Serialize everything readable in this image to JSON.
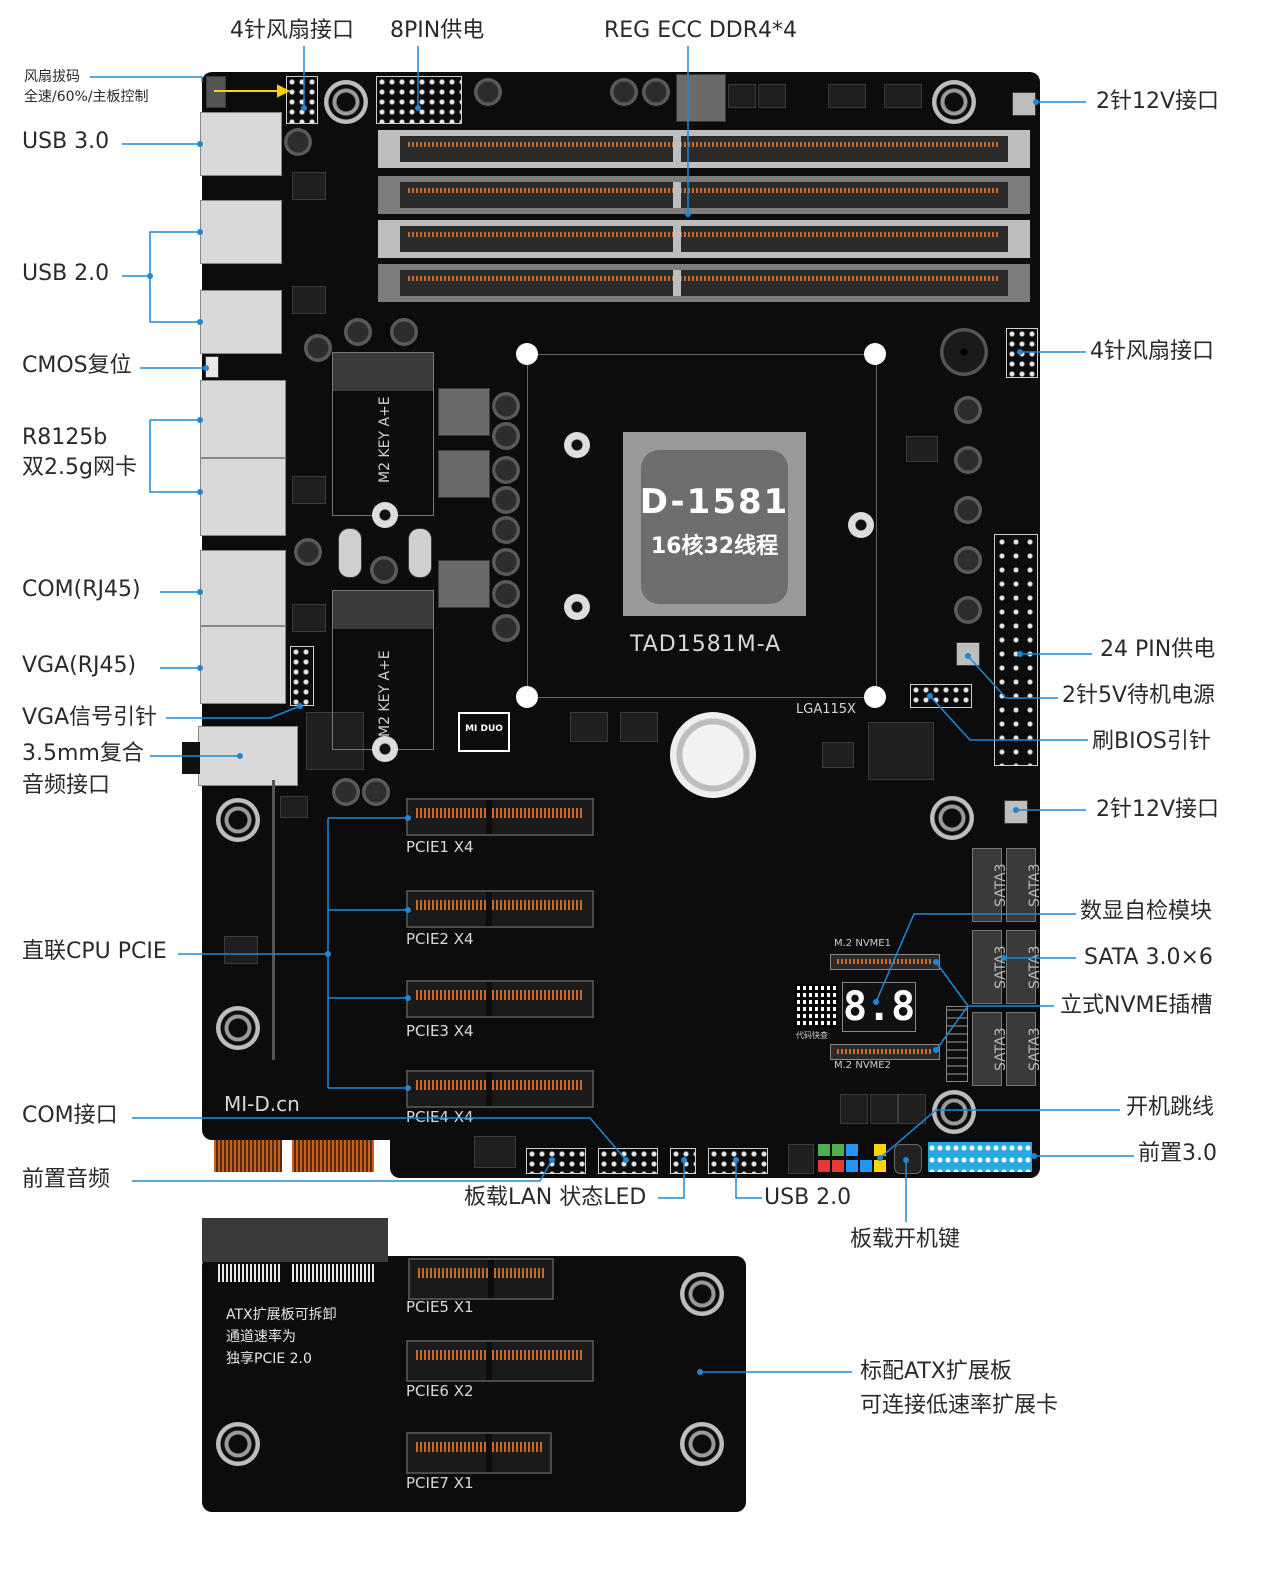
{
  "labels": {
    "fan4_top": "4针风扇接口",
    "pin8": "8PIN供电",
    "ddr": "REG ECC DDR4*4",
    "fan_ctrl_line1": "风扇拔码",
    "fan_ctrl_line2": "全速/60%/主板控制",
    "usb30": "USB 3.0",
    "usb20_left": "USB 2.0",
    "cmos": "CMOS复位",
    "nic_line1": "R8125b",
    "nic_line2": "双2.5g网卡",
    "com_rj45": "COM(RJ45)",
    "vga_rj45": "VGA(RJ45)",
    "vga_pin": "VGA信号引针",
    "audio_line1": "3.5mm复合",
    "audio_line2": "音频接口",
    "cpu_pcie": "直联CPU PCIE",
    "com_port": "COM接口",
    "front_audio": "前置音频",
    "lan_led": "板载LAN 状态LED",
    "usb20_bottom": "USB 2.0",
    "power_btn": "板载开机键",
    "pin2_12v_top": "2针12V接口",
    "fan4_right": "4针风扇接口",
    "pin24": "24 PIN供电",
    "pin2_5v": "2针5V待机电源",
    "bios_pin": "刷BIOS引针",
    "pin2_12v_mid": "2针12V接口",
    "debug_led": "数显自检模块",
    "sata": "SATA 3.0×6",
    "nvme": "立式NVME插槽",
    "power_jumper": "开机跳线",
    "front_usb30": "前置3.0",
    "expansion_line1": "标配ATX扩展板",
    "expansion_line2": "可连接低速率扩展卡"
  },
  "board": {
    "cpu_line1": "D-1581",
    "cpu_line2": "16核32线程",
    "model": "TAD1581M-A",
    "socket": "LGA115X",
    "brand": "MI-D.cn",
    "logo": "MI DUO",
    "m2_slot_a": "M2 KEY A+E",
    "m2_slot_b": "M2 KEY A+E",
    "nvme1": "M.2 NVME1",
    "nvme2": "M.2 NVME2",
    "qr_caption": "代码快查",
    "debug_display": "8.8",
    "sata_label": "SATA3",
    "pcie1": "PCIE1 X4",
    "pcie2": "PCIE2 X4",
    "pcie3": "PCIE3 X4",
    "pcie4": "PCIE4 X4"
  },
  "expansion": {
    "note_line1": "ATX扩展板可拆卸",
    "note_line2": "通道速率为",
    "note_line3": "独享PCIE 2.0",
    "pcie5": "PCIE5 X1",
    "pcie6": "PCIE6 X2",
    "pcie7": "PCIE7 X1"
  },
  "colors": {
    "callout_line": "#1e88d6",
    "fan_arrow": "#f5d200",
    "board": "#0c0c0c",
    "front_usb30_header": "#27a9e1"
  }
}
